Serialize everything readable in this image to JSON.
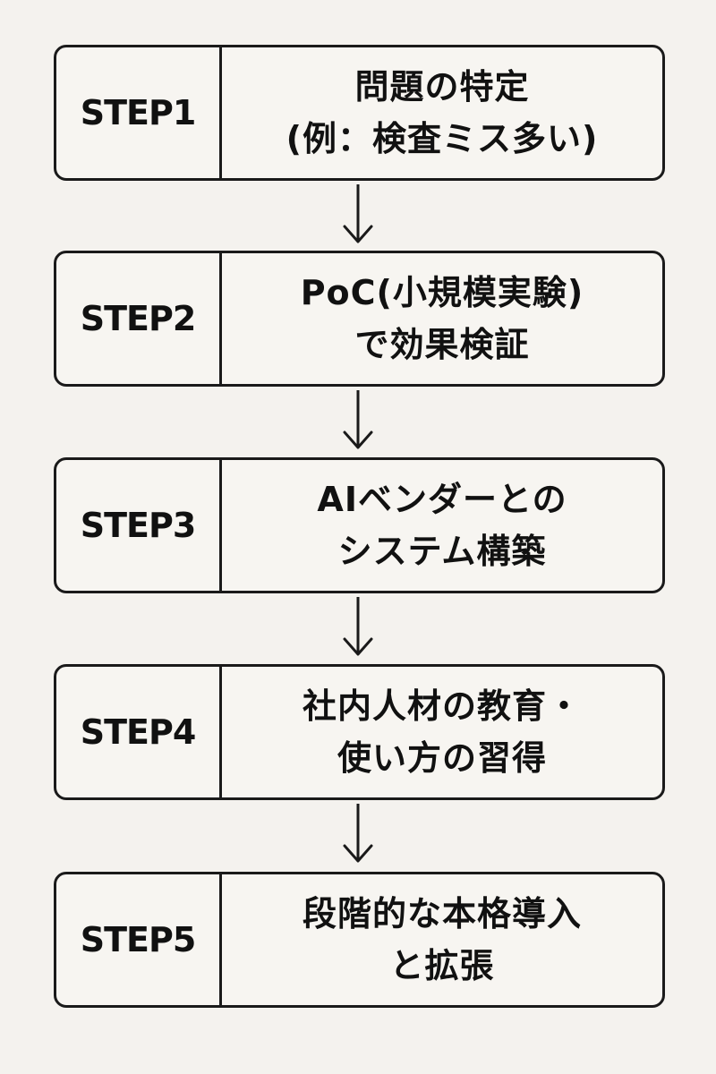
{
  "steps": [
    {
      "label": "STEP1",
      "lines": [
        "問題の特定",
        "(例：検査ミス多い)"
      ]
    },
    {
      "label": "STEP2",
      "lines": [
        "PoC(小規模実験)",
        "で効果検証"
      ]
    },
    {
      "label": "STEP3",
      "lines": [
        "AIベンダーとの",
        "システム構築"
      ]
    },
    {
      "label": "STEP4",
      "lines": [
        "社内人材の教育・",
        "使い方の習得"
      ]
    },
    {
      "label": "STEP5",
      "lines": [
        "段階的な本格導入",
        "と拡張"
      ]
    }
  ],
  "colors": {
    "background": "#f4f2ee",
    "box_fill": "#f7f5f1",
    "stroke": "#1a1a1a",
    "text": "#111111"
  },
  "icons": {
    "arrow": "down-arrow-icon"
  }
}
